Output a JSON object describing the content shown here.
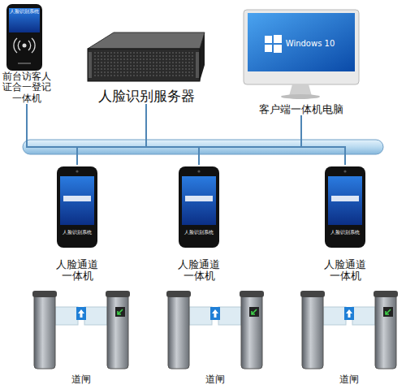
{
  "diagram": {
    "nodes": [
      {
        "text": [
          "前台访客人证合一登记一体机"
        ]
      },
      {
        "text": [
          "人脸识别服务器"
        ]
      },
      {
        "text": [
          "客户端一体机电脑"
        ]
      },
      {
        "text": [
          "人脸通道一体机"
        ]
      },
      {
        "text": [
          "人脸通道一体机"
        ]
      },
      {
        "text": [
          "人脸通道一体机"
        ]
      },
      {
        "text": [
          "道闸"
        ]
      },
      {
        "text": [
          "道闸"
        ]
      },
      {
        "text": [
          "道闸"
        ]
      }
    ],
    "edges": [
      {
        "from": 1,
        "to": 0,
        "arrow": "none"
      },
      {
        "from": 1,
        "to": 2,
        "arrow": "none"
      },
      {
        "from": 1,
        "to": 3,
        "arrow": "none"
      },
      {
        "from": 1,
        "to": 4,
        "arrow": "none"
      },
      {
        "from": 1,
        "to": 5,
        "arrow": "none"
      }
    ],
    "labels": [
      "人脸识别系统",
      "Windows 10",
      "人脸识别系统",
      "人脸识别系统",
      "人脸识别系统"
    ]
  }
}
